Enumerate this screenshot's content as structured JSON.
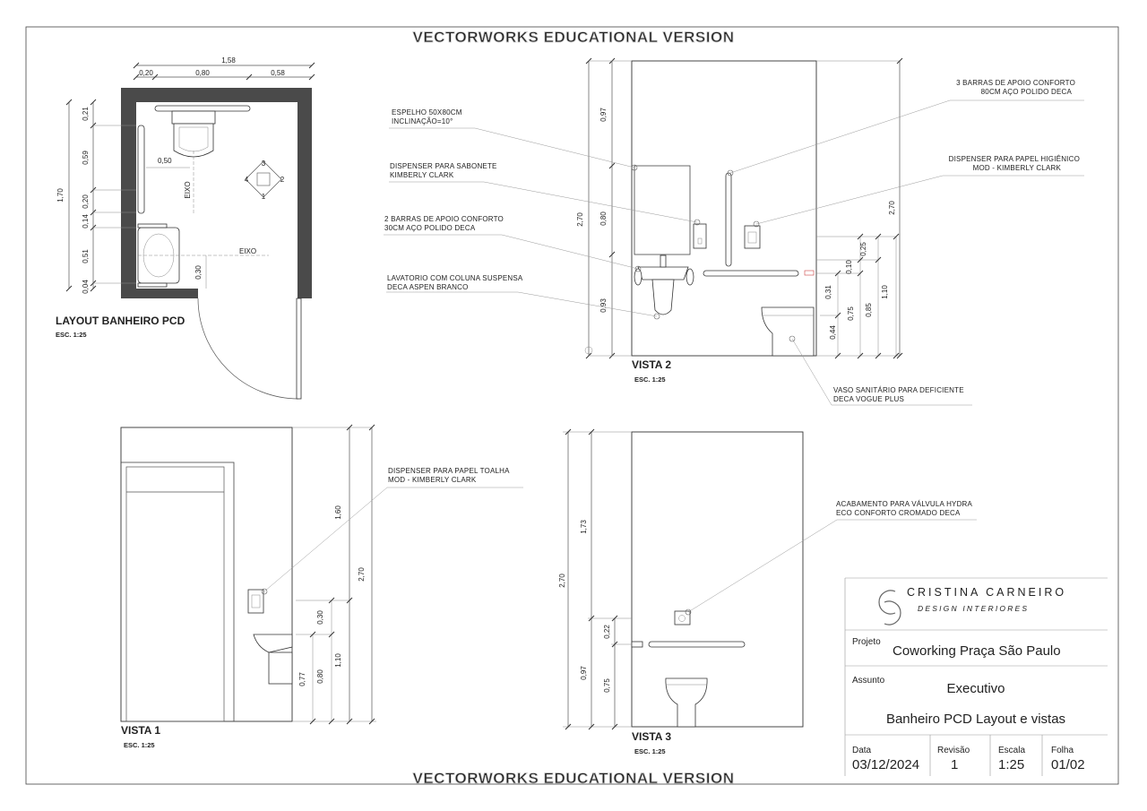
{
  "watermark": "VECTORWORKS EDUCATIONAL VERSION",
  "layout": {
    "title": "LAYOUT BANHEIRO PCD",
    "scale": "ESC. 1:25",
    "dims": {
      "total_w": "1,58",
      "w1": "0,20",
      "w2": "0,80",
      "w3": "0,58",
      "total_h": "1,70",
      "h1": "0,21",
      "h2": "0,59",
      "h3": "0,20",
      "h4": "0,14",
      "h5": "0,51",
      "h6": "0,04",
      "d_050": "0,50",
      "d_030": "0,30"
    },
    "eixo": "EIXO",
    "eixo2": "EIXO",
    "view_marks": [
      "1",
      "2",
      "3",
      "4"
    ]
  },
  "vista1": {
    "title": "VISTA 1",
    "scale": "ESC. 1:25",
    "dims": {
      "d1": "1,60",
      "d2": "2,70",
      "d3": "0,30",
      "d4": "1,10",
      "d5": "0,77",
      "d6": "0,80"
    },
    "note1": "DISPENSER PARA PAPEL TOALHA",
    "note2": "MOD - KIMBERLY CLARK"
  },
  "vista2": {
    "title": "VISTA 2",
    "scale": "ESC. 1:25",
    "dims": {
      "d097": "0,97",
      "d270": "2,70",
      "d080": "0,80",
      "d093": "0,93",
      "d270b": "2,70",
      "d025": "0,25",
      "d010": "0,10",
      "d031": "0,31",
      "d075": "0,75",
      "d085": "0,85",
      "d110": "1,10",
      "d044": "0,44"
    },
    "notes": {
      "espelho1": "ESPELHO 50X80CM",
      "espelho2": "INCLINAÇÃO=10°",
      "sabonete1": "DISPENSER PARA SABONETE",
      "sabonete2": "KIMBERLY CLARK",
      "barras2_1": "2 BARRAS DE APOIO CONFORTO",
      "barras2_2": "30CM AÇO POLIDO DECA",
      "lavatorio1": "LAVATORIO COM COLUNA SUSPENSA",
      "lavatorio2": "DECA ASPEN BRANCO",
      "barras3_1": "3 BARRAS DE APOIO CONFORTO",
      "barras3_2": "80CM AÇO POLIDO DECA",
      "papel1": "DISPENSER PARA PAPEL HIGIÊNICO",
      "papel2": "MOD - KIMBERLY CLARK",
      "vaso1": "VASO SANITÁRIO PARA DEFICIENTE",
      "vaso2": "DECA VOGUE PLUS"
    }
  },
  "vista3": {
    "title": "VISTA 3",
    "scale": "ESC. 1:25",
    "dims": {
      "d270": "2,70",
      "d173": "1,73",
      "d022": "0,22",
      "d097": "0,97",
      "d075": "0,75"
    },
    "note1": "ACABAMENTO PARA VÁLVULA HYDRA",
    "note2": "ECO CONFORTO CROMADO DECA"
  },
  "titleblock": {
    "brand": "CRISTINA CARNEIRO",
    "brand_sub": "DESIGN INTERIORES",
    "projeto_label": "Projeto",
    "projeto": "Coworking Praça São Paulo",
    "assunto_label": "Assunto",
    "assunto1": "Executivo",
    "assunto2": "Banheiro PCD Layout e vistas",
    "data_label": "Data",
    "data": "03/12/2024",
    "revisao_label": "Revisão",
    "revisao": "1",
    "escala_label": "Escala",
    "escala": "1:25",
    "folha_label": "Folha",
    "folha": "01/02"
  }
}
